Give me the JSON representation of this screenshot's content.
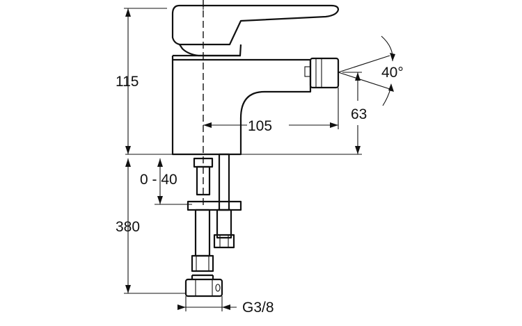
{
  "dimensions": {
    "overall_height": "115",
    "spout_reach": "105",
    "spray_angle": "40°",
    "spout_height": "63",
    "pop_up_range": "0 - 40",
    "hose_length": "380",
    "connection_thread": "G3/8"
  }
}
